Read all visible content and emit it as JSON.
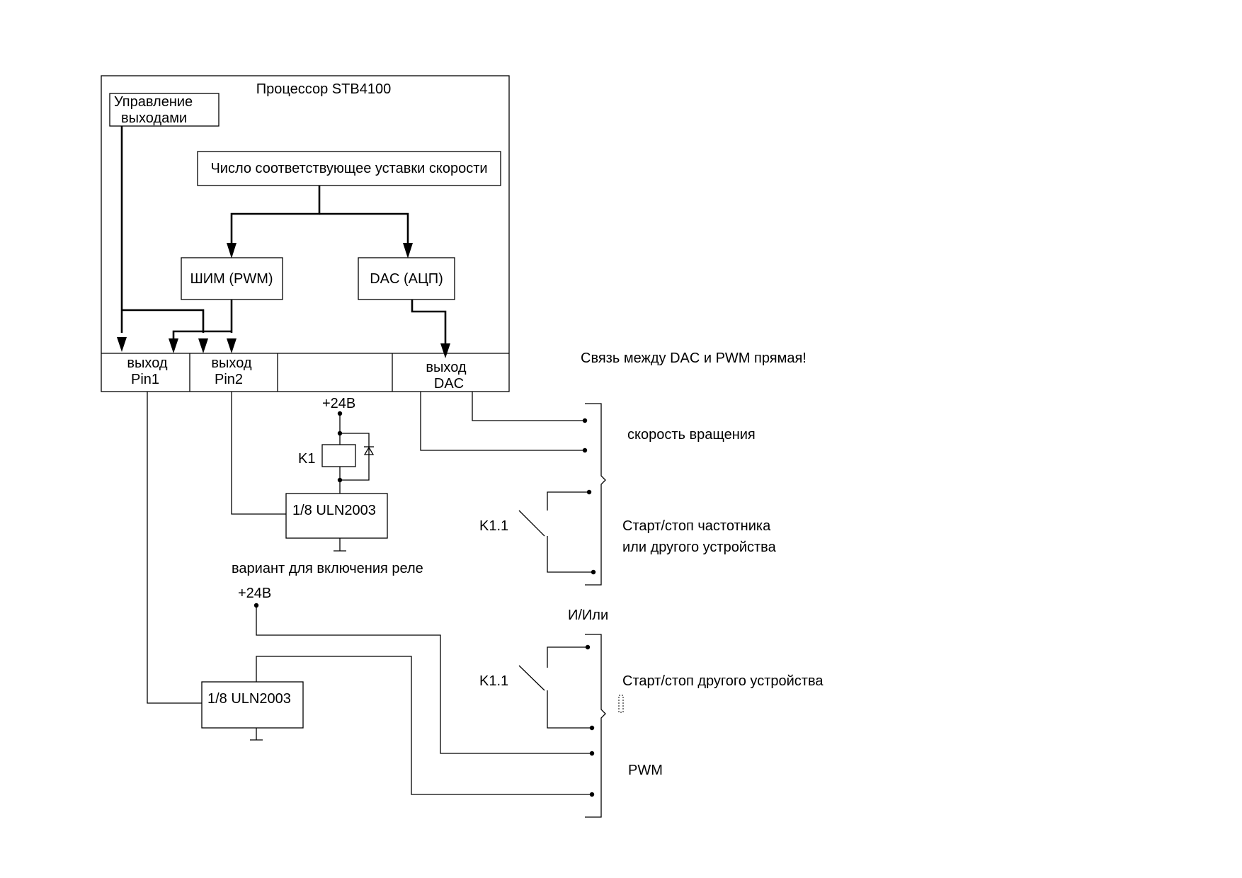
{
  "diagram": {
    "processor": {
      "title": "Процессор STB4100",
      "output_control": [
        "Управление",
        "выходами"
      ],
      "speed_setpoint": "Число соответствующее уставки скорости",
      "pwm_block": "ШИМ (PWM)",
      "dac_block": "DAC (АЦП)",
      "outputs": {
        "pin1": [
          "выход",
          "Pin1"
        ],
        "pin2": [
          "выход",
          "Pin2"
        ],
        "dac": [
          "выход",
          "DAC"
        ]
      }
    },
    "note": "Связь между DAC и PWM прямая!",
    "relay_circuit": {
      "supply": "+24В",
      "relay": "K1",
      "driver": "1/8 ULN2003",
      "caption": "вариант для включения реле"
    },
    "pwm_circuit": {
      "supply": "+24В",
      "driver": "1/8 ULN2003"
    },
    "connections": {
      "speed": "скорость вращения",
      "contact_1": "K1.1",
      "start_stop_1": [
        "Старт/стоп частотника",
        "или другого устройства"
      ],
      "and_or": "И/Или",
      "contact_2": "K1.1",
      "start_stop_2": "Старт/стоп другого устройства",
      "pwm": "PWM"
    }
  }
}
